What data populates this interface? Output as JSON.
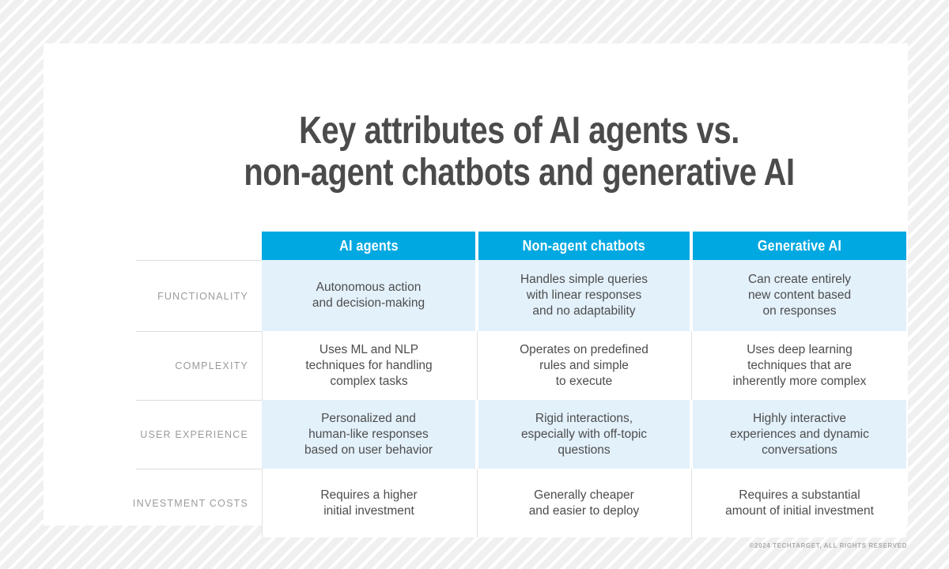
{
  "title": {
    "text": "Key attributes of AI agents vs.\nnon-agent chatbots and generative AI"
  },
  "table": {
    "columns": [
      {
        "label": "AI agents"
      },
      {
        "label": "Non-agent chatbots"
      },
      {
        "label": "Generative AI"
      }
    ],
    "rows": [
      {
        "label": "FUNCTIONALITY",
        "cells": [
          "Autonomous action\nand decision-making",
          "Handles simple queries\nwith linear responses\nand no adaptability",
          "Can create entirely\nnew content based\non responses"
        ]
      },
      {
        "label": "COMPLEXITY",
        "cells": [
          "Uses ML and NLP\ntechniques for handling\ncomplex tasks",
          "Operates on predefined\nrules and simple\nto execute",
          "Uses deep learning\ntechniques that are\ninherently more complex"
        ]
      },
      {
        "label": "USER EXPERIENCE",
        "cells": [
          "Personalized and\nhuman-like responses\nbased on user behavior",
          "Rigid interactions,\nespecially with off-topic\nquestions",
          "Highly interactive\nexperiences and dynamic\nconversations"
        ]
      },
      {
        "label": "INVESTMENT COSTS",
        "cells": [
          "Requires a higher\ninitial investment",
          "Generally cheaper\nand easier to deploy",
          "Requires a substantial\namount of initial investment"
        ]
      }
    ]
  },
  "footer": {
    "copyright": "©2024 TECHTARGET, ALL RIGHTS RESERVED"
  },
  "colors": {
    "header_bg": "#00a8e1",
    "row_tint": "#e3f1fb",
    "title_text": "#4b4b4b",
    "body_text": "#4d4d4d",
    "label_text": "#9b9b9b",
    "divider": "#dcdcdc",
    "page_bg": "#f0f0f0"
  },
  "chart_data": {
    "type": "table",
    "title": "Key attributes of AI agents vs. non-agent chatbots and generative AI",
    "columns": [
      "",
      "AI agents",
      "Non-agent chatbots",
      "Generative AI"
    ],
    "rows": [
      [
        "FUNCTIONALITY",
        "Autonomous action and decision-making",
        "Handles simple queries with linear responses and no adaptability",
        "Can create entirely new content based on responses"
      ],
      [
        "COMPLEXITY",
        "Uses ML and NLP techniques for handling complex tasks",
        "Operates on predefined rules and simple to execute",
        "Uses deep learning techniques that are inherently more complex"
      ],
      [
        "USER EXPERIENCE",
        "Personalized and human-like responses based on user behavior",
        "Rigid interactions, especially with off-topic questions",
        "Highly interactive experiences and dynamic conversations"
      ],
      [
        "INVESTMENT COSTS",
        "Requires a higher initial investment",
        "Generally cheaper and easier to deploy",
        "Requires a substantial amount of initial investment"
      ]
    ],
    "legend_position": "none",
    "grid": "partial",
    "annotations": [
      "©2024 TECHTARGET, ALL RIGHTS RESERVED"
    ]
  }
}
